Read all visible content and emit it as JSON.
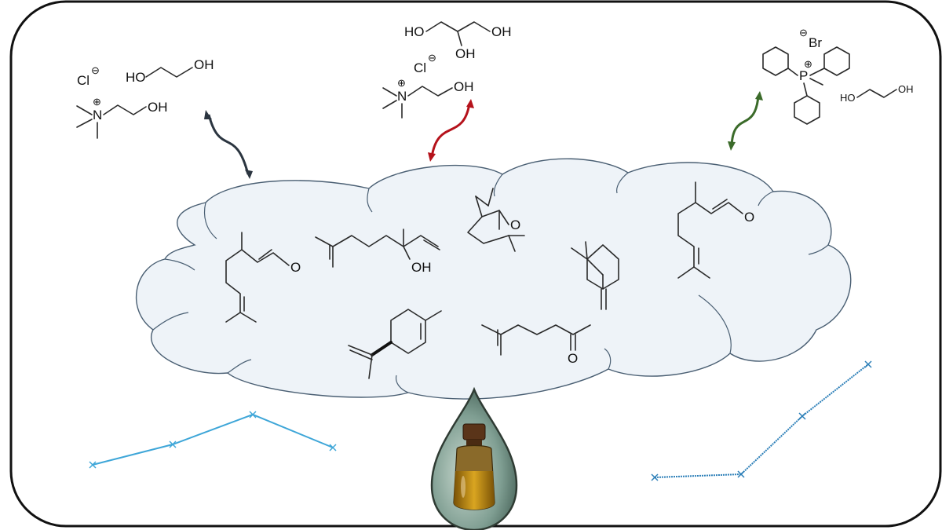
{
  "frame": {
    "border_color": "#111111",
    "background": "#ffffff"
  },
  "cloud": {
    "fill": "#eef3f8",
    "stroke": "#4a5f73"
  },
  "arrows": {
    "choline_eg": {
      "color": "#2b3540",
      "icon": "curved-double-arrow"
    },
    "choline_glycerol": {
      "color": "#b5121b",
      "icon": "curved-double-arrow"
    },
    "phosphonium_eg": {
      "color": "#3b6b2a",
      "icon": "curved-double-arrow"
    }
  },
  "solvents": {
    "choline_chloride_eg": {
      "counterion": "Cl",
      "charge_neg": "⊖",
      "charge_pos": "⊕",
      "cation_n": "N",
      "cation_oh": "OH",
      "hbd_ho": "HO",
      "hbd_oh": "OH"
    },
    "choline_chloride_glycerol": {
      "glycerol_ho": "HO",
      "glycerol_oh_right": "OH",
      "glycerol_oh_bottom": "OH",
      "counterion": "Cl",
      "charge_neg": "⊖",
      "charge_pos": "⊕",
      "cation_n": "N",
      "cation_oh": "OH"
    },
    "phosphonium_eg": {
      "counterion": "Br",
      "charge_neg": "⊖",
      "charge_pos": "⊕",
      "cation_p": "P",
      "hbd_ho": "HO",
      "hbd_oh": "OH"
    }
  },
  "terpenes": {
    "citral_left": {
      "o_label": "O"
    },
    "linalool": {
      "oh_label": "OH"
    },
    "cineole": {
      "o_label": "O"
    },
    "citral_right": {
      "o_label": "O"
    },
    "methylheptenone": {
      "o_label": "O"
    },
    "pinene": {},
    "limonene": {}
  },
  "decor": {
    "left_line": {
      "color": "#3ea6d8"
    },
    "right_line": {
      "color": "#2c7fb8"
    },
    "drop": {
      "outline": "#2f3b33",
      "fill": "#6f8f84",
      "bottle_liquid": "#b8860b",
      "cap": "#5a3419"
    }
  }
}
